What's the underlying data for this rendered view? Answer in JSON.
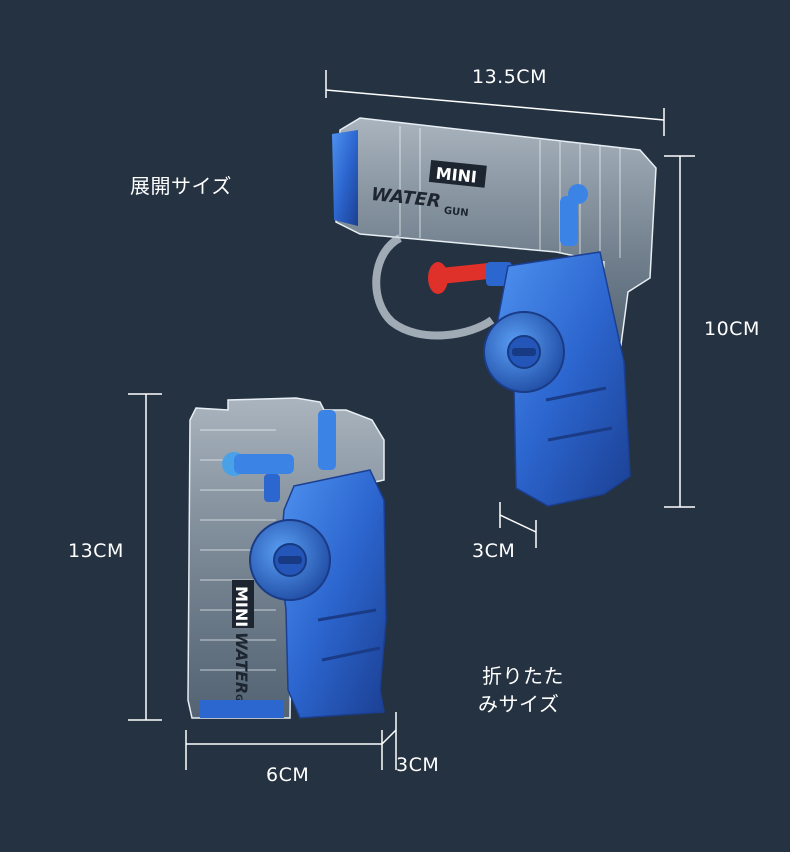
{
  "labels": {
    "expanded_size": "展開サイズ",
    "folded_size_line1": "折りたた",
    "folded_size_line2": "みサイズ"
  },
  "dimensions": {
    "expanded_length": "13.5CM",
    "expanded_height": "10CM",
    "expanded_thickness": "3CM",
    "folded_height": "13CM",
    "folded_width": "6CM",
    "folded_thickness": "3CM"
  },
  "product_logo": {
    "line1": "MINI",
    "line2": "WATER",
    "line3": "GUN"
  },
  "colors": {
    "background": "#243241",
    "body_blue": "#2f6fd6",
    "clear_shell": "#b9c7d4",
    "accent_red": "#e0302a"
  }
}
